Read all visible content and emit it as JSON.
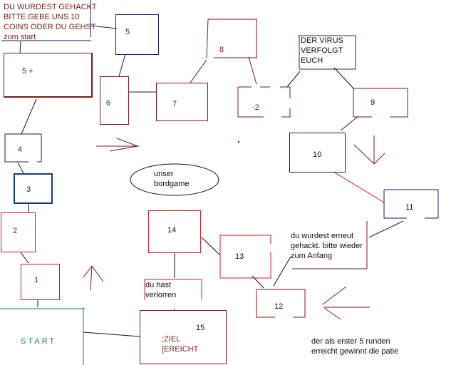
{
  "notes": {
    "hacked": [
      "DU  WURDEST GEHACKT",
      "BITTE GEBE UNS 10",
      "COINS ODER DU GEHST",
      "zum start"
    ],
    "virus": [
      "DER VIRUS",
      "VERFOLGT",
      "EUCH"
    ],
    "hacked_again": [
      "du wurdest erneut",
      "gehackt. bitte wieder",
      "zum Anfang"
    ],
    "lost": [
      "du hast",
      "verlorren"
    ],
    "goal": [
      ";ZIEL",
      "[EREICHT"
    ],
    "rule": [
      "der als erster 5 runden",
      "erreicht gewinnt die patie"
    ],
    "title": [
      "unser",
      "bordgame"
    ]
  },
  "fields": {
    "start": "START",
    "f1": "1",
    "f2": "2",
    "f3": "3",
    "f4": "4",
    "f5plus": "5  +",
    "f5": "5",
    "f6": "6",
    "f7": "7",
    "f8": "8",
    "fminus2": "-2",
    "f9": "9",
    "f10": "10",
    "f11": "11",
    "f12": "12",
    "f13": "13",
    "f14": "14",
    "f15": "15"
  },
  "colors": {
    "navy": "#1a1a6e",
    "dark_red": "#7a1a1a",
    "red": "#c8202a",
    "teal": "#1a7a80"
  }
}
